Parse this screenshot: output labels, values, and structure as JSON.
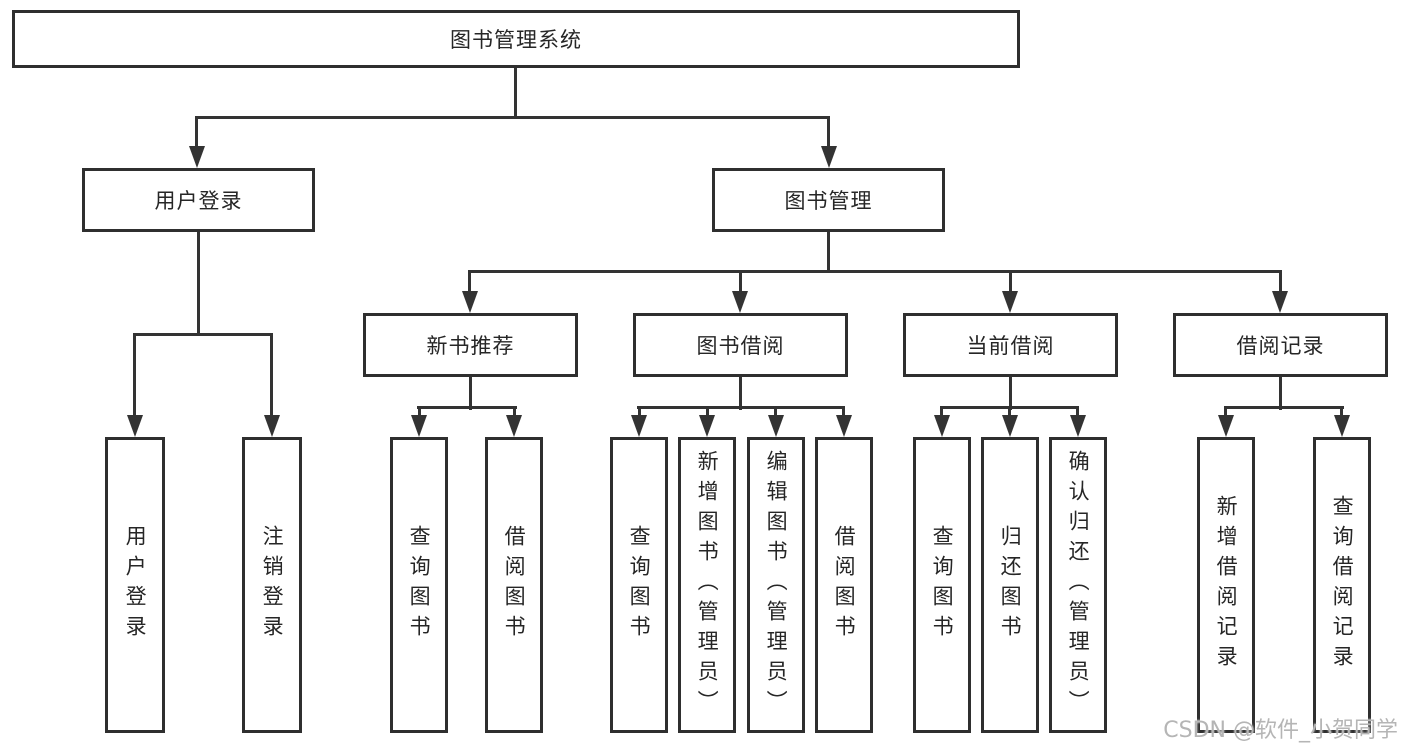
{
  "root": {
    "label": "图书管理系统"
  },
  "level2": {
    "user_login": {
      "label": "用户登录"
    },
    "book_management": {
      "label": "图书管理"
    }
  },
  "level3": {
    "new_book_recommendation": {
      "label": "新书推荐"
    },
    "book_borrowing": {
      "label": "图书借阅"
    },
    "current_borrowing": {
      "label": "当前借阅"
    },
    "borrowing_records": {
      "label": "借阅记录"
    }
  },
  "leaves": {
    "g1": [
      {
        "label": "用户登录"
      },
      {
        "label": "注销登录"
      }
    ],
    "g2": [
      {
        "label": "查询图书"
      },
      {
        "label": "借阅图书"
      }
    ],
    "g3": [
      {
        "label": "查询图书"
      },
      {
        "label": "新增图书（管理员）"
      },
      {
        "label": "编辑图书（管理员）"
      },
      {
        "label": "借阅图书"
      }
    ],
    "g4": [
      {
        "label": "查询图书"
      },
      {
        "label": "归还图书"
      },
      {
        "label": "确认归还（管理员）"
      }
    ],
    "g5": [
      {
        "label": "新增借阅记录"
      },
      {
        "label": "查询借阅记录"
      }
    ]
  },
  "watermark": {
    "text": "CSDN @软件_小贺同学"
  },
  "colors": {
    "line": "#333333",
    "box_border": "#2f2f2f",
    "text": "#262626",
    "watermark": "#b5b5b5",
    "background": "#ffffff"
  }
}
